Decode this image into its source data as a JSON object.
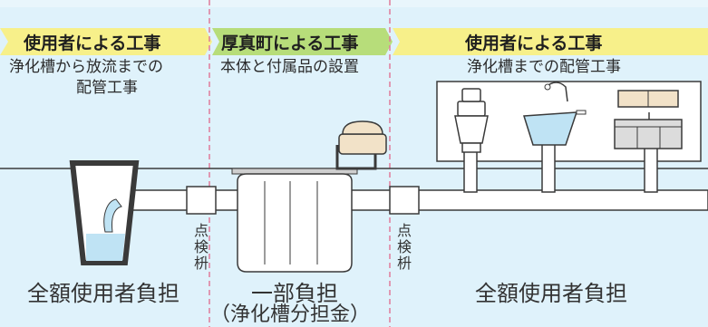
{
  "colors": {
    "background": "#dff2fb",
    "banner_yellow": "#f7f08a",
    "banner_green": "#b7dd7a",
    "divider_pink": "#e07a9a",
    "pipe_fill": "#ffffff",
    "outline": "#3a3a3a",
    "water_blue": "#bfe3f4"
  },
  "sections": {
    "left": {
      "banner": "使用者による工事",
      "desc_line1": "浄化槽から放流までの",
      "desc_line2": "配管工事",
      "cost": "全額使用者負担"
    },
    "middle": {
      "banner": "厚真町による工事",
      "desc_line1": "本体と付属品の設置",
      "cost_line1": "一部負担",
      "cost_line2": "（浄化槽分担金）"
    },
    "right": {
      "banner": "使用者による工事",
      "desc_line1": "浄化槽までの配管工事",
      "cost": "全額使用者負担"
    }
  },
  "inspection_box_left": "点検枡",
  "inspection_box_right": "点検枡",
  "icons": [
    "toilet-icon",
    "bathtub-icon",
    "kitchen-sink-icon",
    "septic-tank-icon",
    "blower-icon",
    "discharge-pit-icon"
  ]
}
